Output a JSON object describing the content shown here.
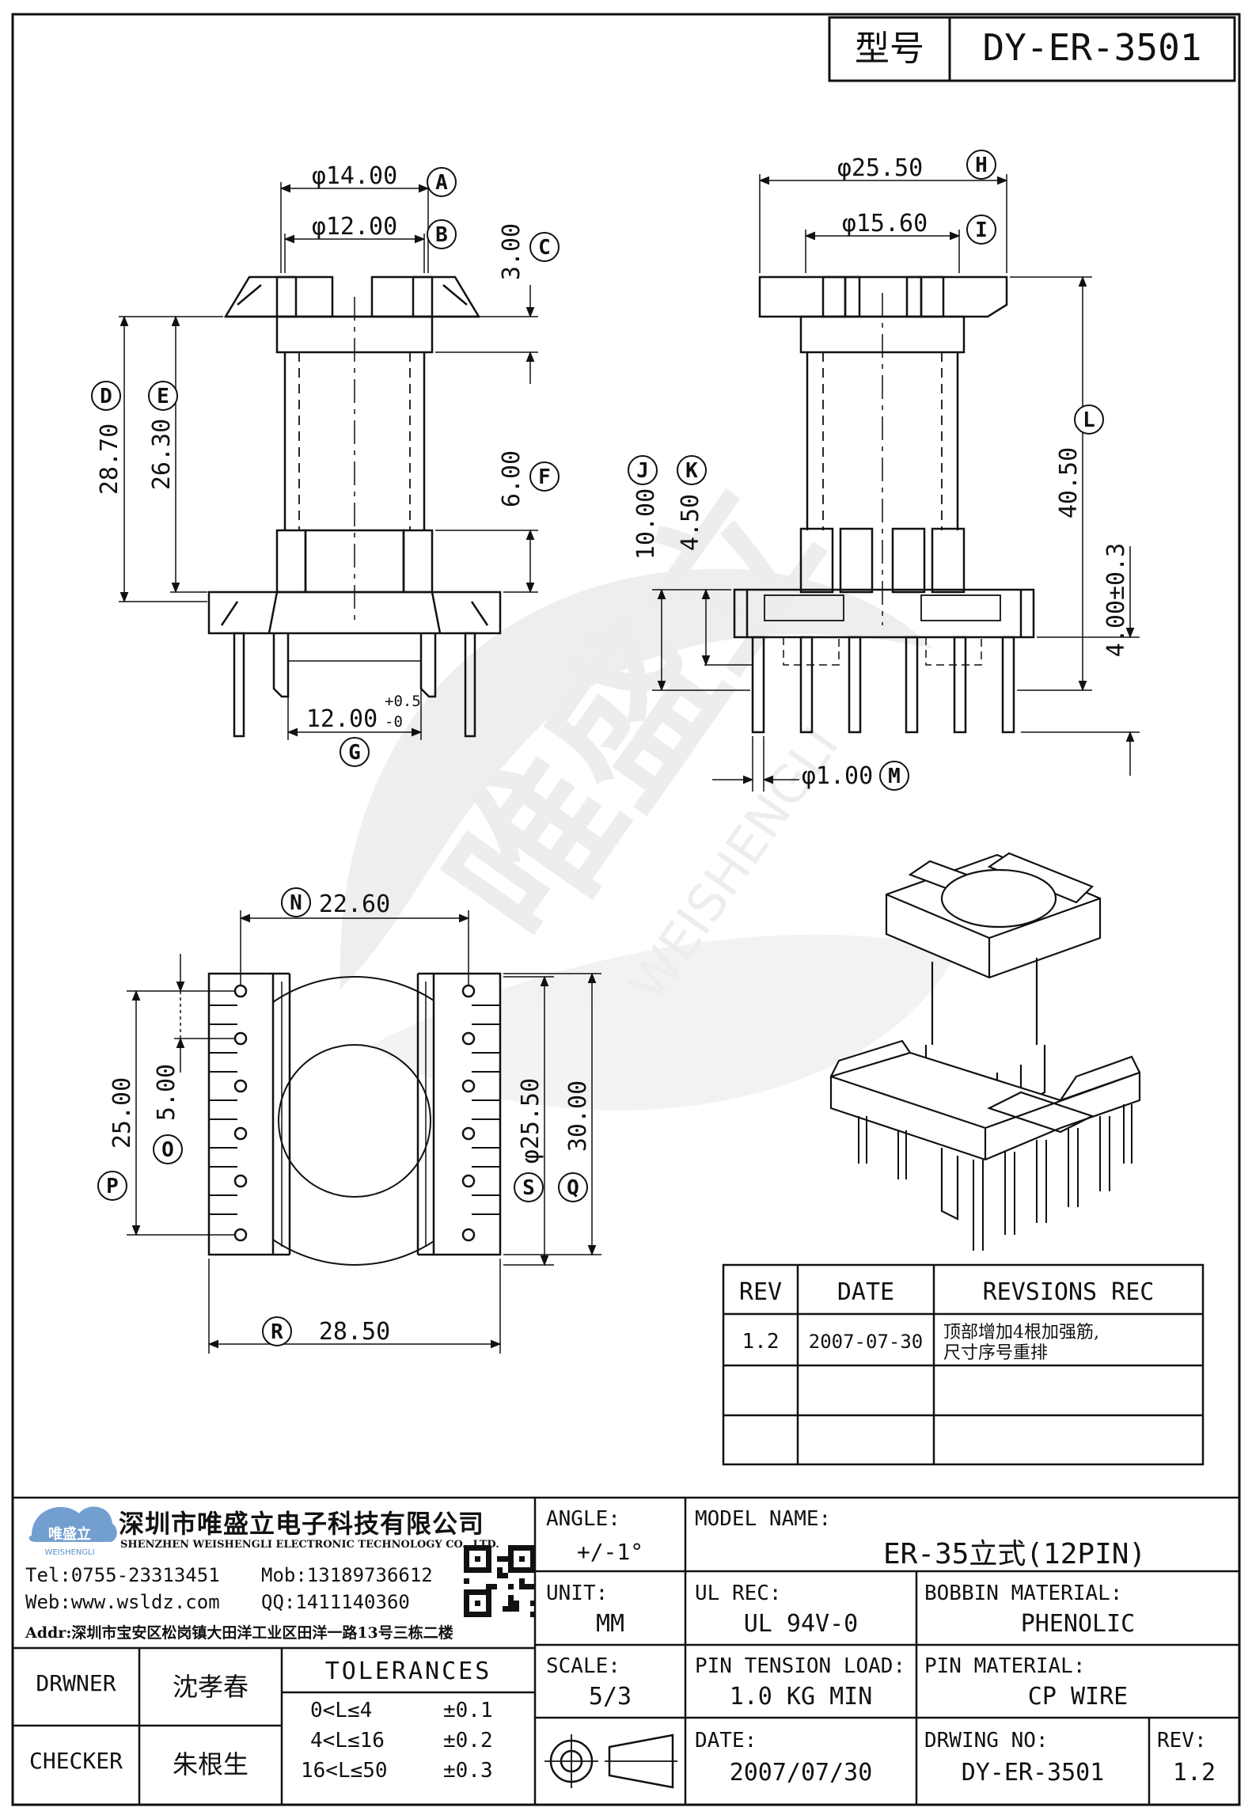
{
  "header": {
    "type_label": "型号",
    "model": "DY-ER-3501"
  },
  "dimensions": {
    "a": "φ14.00",
    "b": "φ12.00",
    "c": "3.00",
    "d": "28.70",
    "e": "26.30",
    "f": "6.00",
    "g": "12.00",
    "g_tol_plus": "+0.5",
    "g_tol_minus": "-0",
    "h": "φ25.50",
    "i": "φ15.60",
    "j": "10.00",
    "k": "4.50",
    "l": "40.50",
    "l2": "4.00±0.3",
    "m": "φ1.00",
    "n": "22.60",
    "o": "5.00",
    "p": "25.00",
    "q": "30.00",
    "r": "28.50",
    "s": "φ25.50"
  },
  "markers": [
    "A",
    "B",
    "C",
    "D",
    "E",
    "F",
    "G",
    "H",
    "I",
    "J",
    "K",
    "L",
    "M",
    "N",
    "O",
    "P",
    "Q",
    "R",
    "S"
  ],
  "watermark": {
    "brand": "唯盛立",
    "latin": "WEISHENGLI"
  },
  "revisions": {
    "headers": [
      "REV",
      "DATE",
      "REVSIONS REC"
    ],
    "rows": [
      {
        "rev": "1.2",
        "date": "2007-07-30",
        "rec_line1": "顶部增加4根加强筋,",
        "rec_line2": "尺寸序号重排"
      }
    ]
  },
  "company": {
    "logo_text": "唯盛立",
    "logo_sub": "WEISHENGLI",
    "name_cn": "深圳市唯盛立电子科技有限公司",
    "name_en": "SHENZHEN WEISHENGLI ELECTRONIC TECHNOLOGY CO., LTD.",
    "tel": "Tel:0755-23313451",
    "mob": "Mob:13189736612",
    "web": "Web:www.wsldz.com",
    "qq": "QQ:1411140360",
    "addr": "Addr:深圳市宝安区松岗镇大田洋工业区田洋一路13号三栋二楼"
  },
  "titleblock": {
    "angle_label": "ANGLE:",
    "angle_value": "+/-1°",
    "model_name_label": "MODEL NAME:",
    "model_name_value": "ER-35立式(12PIN)",
    "unit_label": "UNIT:",
    "unit_value": "MM",
    "ul_label": "UL REC:",
    "ul_value": "UL 94V-0",
    "bobbin_label": "BOBBIN MATERIAL:",
    "bobbin_value": "PHENOLIC",
    "scale_label": "SCALE:",
    "scale_value": "5/3",
    "tension_label": "PIN TENSION LOAD:",
    "tension_value": "1.0 KG MIN",
    "pin_label": "PIN MATERIAL:",
    "pin_value": "CP WIRE",
    "date_label": "DATE:",
    "date_value": "2007/07/30",
    "drwing_label": "DRWING NO:",
    "drwing_value": "DY-ER-3501",
    "rev_label": "REV:",
    "rev_value": "1.2",
    "drawer_label": "DRWNER",
    "drawer_name": "沈孝春",
    "checker_label": "CHECKER",
    "checker_name": "朱根生",
    "tolerances_title": "TOLERANCES",
    "tolerances": [
      {
        "range": "0<L≤4",
        "value": "±0.1"
      },
      {
        "range": "4<L≤16",
        "value": "±0.2"
      },
      {
        "range": "16<L≤50",
        "value": "±0.3"
      }
    ]
  }
}
